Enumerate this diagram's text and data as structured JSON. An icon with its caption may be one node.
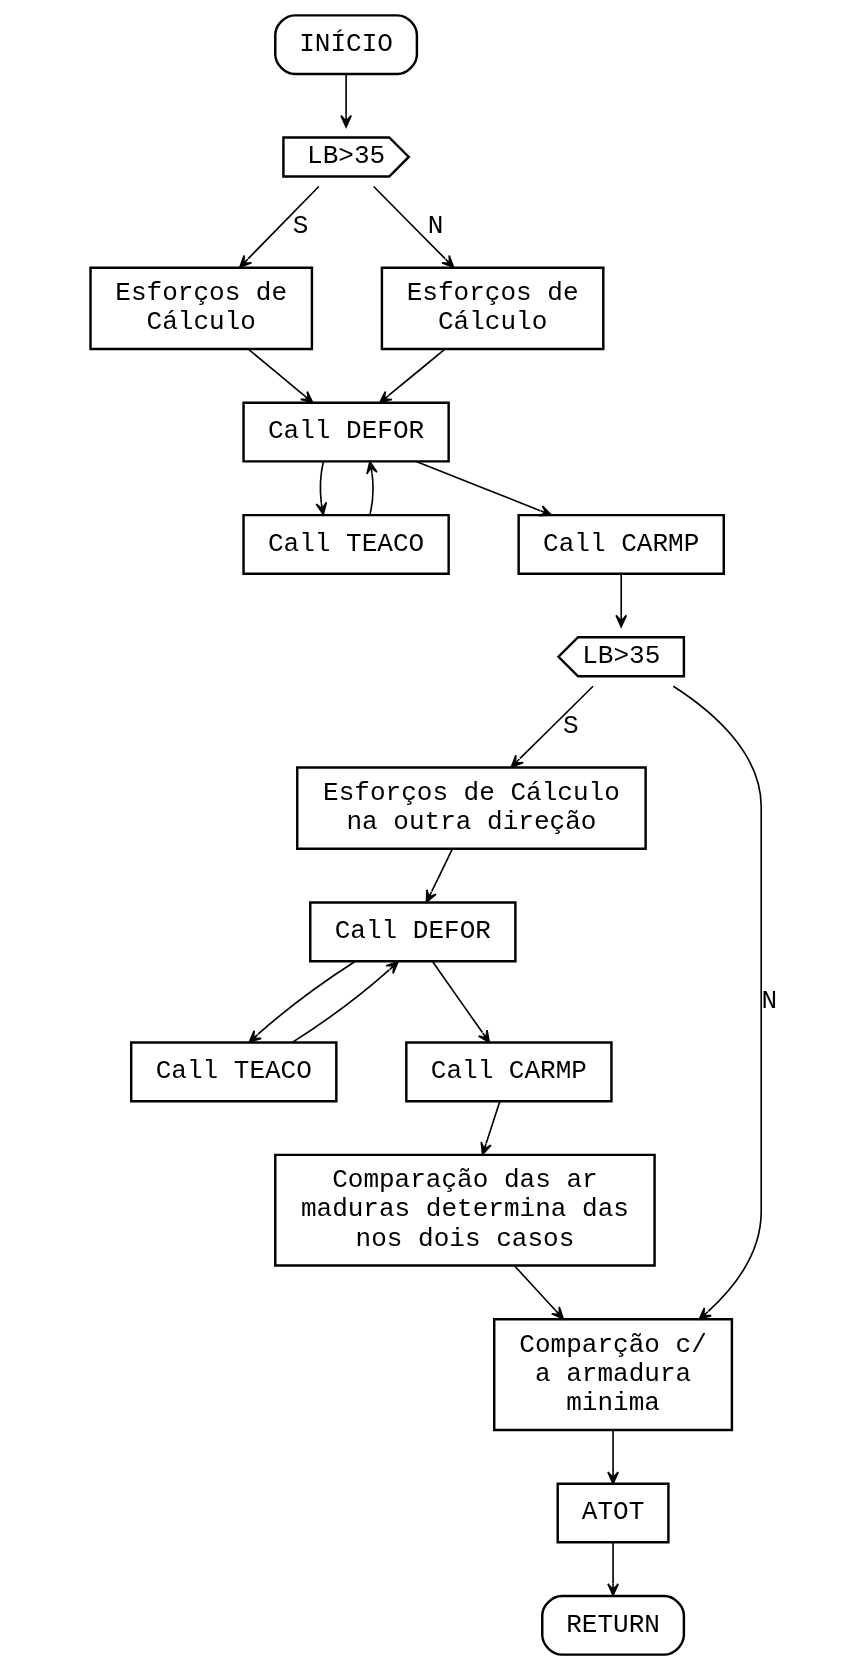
{
  "diagram": {
    "nodes": [
      {
        "text": [
          "INÍCIO"
        ]
      },
      {
        "text": [
          "LB>35"
        ]
      },
      {
        "text": [
          "Esforços de Cálculo"
        ]
      },
      {
        "text": [
          "Esforços de Cálculo"
        ]
      },
      {
        "text": [
          "Call TEACO"
        ]
      },
      {
        "text": [
          "Call DEFOR"
        ]
      },
      {
        "text": [
          "Call CARMP"
        ]
      },
      {
        "text": [
          "LB>35"
        ]
      },
      {
        "text": [
          "Esforços de Cálculo na outra direção"
        ]
      },
      {
        "text": [
          "Comparção c/ a armadura minima"
        ]
      },
      {
        "text": [
          "Call TEACO"
        ]
      },
      {
        "text": [
          "Call DEFOR"
        ]
      },
      {
        "text": [
          "Call CARMP"
        ]
      },
      {
        "text": [
          "Comparação das ar maduras determina das nos dois casos"
        ]
      },
      {
        "text": [
          "ATOT"
        ]
      },
      {
        "text": [
          "RETURN"
        ]
      }
    ],
    "edges": [
      {
        "from": 0,
        "to": 1,
        "arrow": "to"
      },
      {
        "from": 1,
        "to": 2,
        "arrow": "to",
        "label": "S"
      },
      {
        "from": 1,
        "to": 3,
        "arrow": "to",
        "label": "N"
      },
      {
        "from": 3,
        "to": 5,
        "arrow": "to"
      },
      {
        "from": 2,
        "to": 5,
        "arrow": "to"
      },
      {
        "from": 5,
        "to": 4,
        "arrow": "to"
      },
      {
        "from": 4,
        "to": 5,
        "arrow": "to"
      },
      {
        "from": 5,
        "to": 6,
        "arrow": "to"
      },
      {
        "from": 6,
        "to": 7,
        "arrow": "to"
      },
      {
        "from": 7,
        "to": 8,
        "arrow": "to",
        "label": "S"
      },
      {
        "from": 7,
        "to": 9,
        "arrow": "to",
        "label": "N"
      },
      {
        "from": 11,
        "to": 10,
        "arrow": "to"
      },
      {
        "from": 10,
        "to": 11,
        "arrow": "to"
      },
      {
        "from": 8,
        "to": 11,
        "arrow": "to"
      },
      {
        "from": 11,
        "to": 12,
        "arrow": "to"
      },
      {
        "from": 12,
        "to": 13,
        "arrow": "to"
      },
      {
        "from": 13,
        "to": 9,
        "arrow": "to"
      },
      {
        "from": 9,
        "to": 14,
        "arrow": "to"
      },
      {
        "from": 14,
        "to": 15,
        "arrow": "to"
      }
    ]
  }
}
